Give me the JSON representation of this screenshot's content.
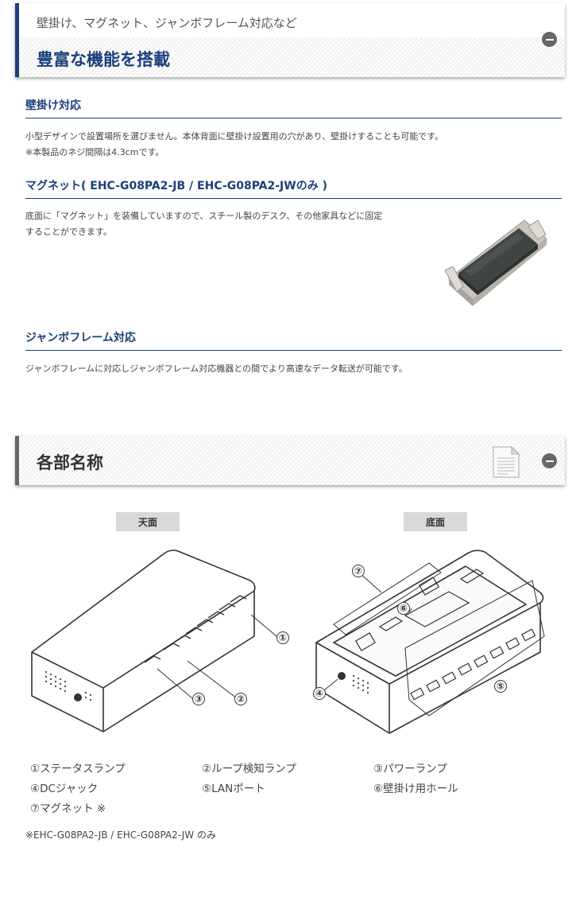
{
  "panel1": {
    "subtitle": "壁掛け、マグネット、ジャンボフレーム対応など",
    "title": "豊富な機能を搭載"
  },
  "sections": [
    {
      "heading": "壁掛け対応",
      "lines": [
        "小型デザインで設置場所を選びません。本体背面に壁掛け設置用の穴があり、壁掛けすることも可能です。",
        "※本製品のネジ間隔は4.3cmです。"
      ]
    },
    {
      "heading": "マグネット( EHC-G08PA2-JB / EHC-G08PA2-JWのみ )",
      "lines": [
        "底面に「マグネット」を装備していますので、スチール製のデスク、その他家具などに固定",
        "することができます。"
      ]
    },
    {
      "heading": "ジャンボフレーム対応",
      "lines": [
        "ジャンボフレームに対応しジャンボフレーム対応機器との間でより高速なデータ転送が可能です。"
      ]
    }
  ],
  "panel2": {
    "title": "各部名称"
  },
  "diagram": {
    "top_label": "天面",
    "bottom_label": "底面",
    "callouts": [
      "①",
      "②",
      "③",
      "④",
      "⑤",
      "⑥",
      "⑦"
    ]
  },
  "parts": [
    "①ステータスランプ",
    "②ループ検知ランプ",
    "③パワーランプ",
    "④DCジャック",
    "⑤LANポート",
    "⑥壁掛け用ホール",
    "⑦マグネット ※"
  ],
  "footnote": "※EHC-G08PA2-JB / EHC-G08PA2-JW のみ",
  "colors": {
    "accent": "#1b3f7a",
    "toggle": "#666666"
  }
}
